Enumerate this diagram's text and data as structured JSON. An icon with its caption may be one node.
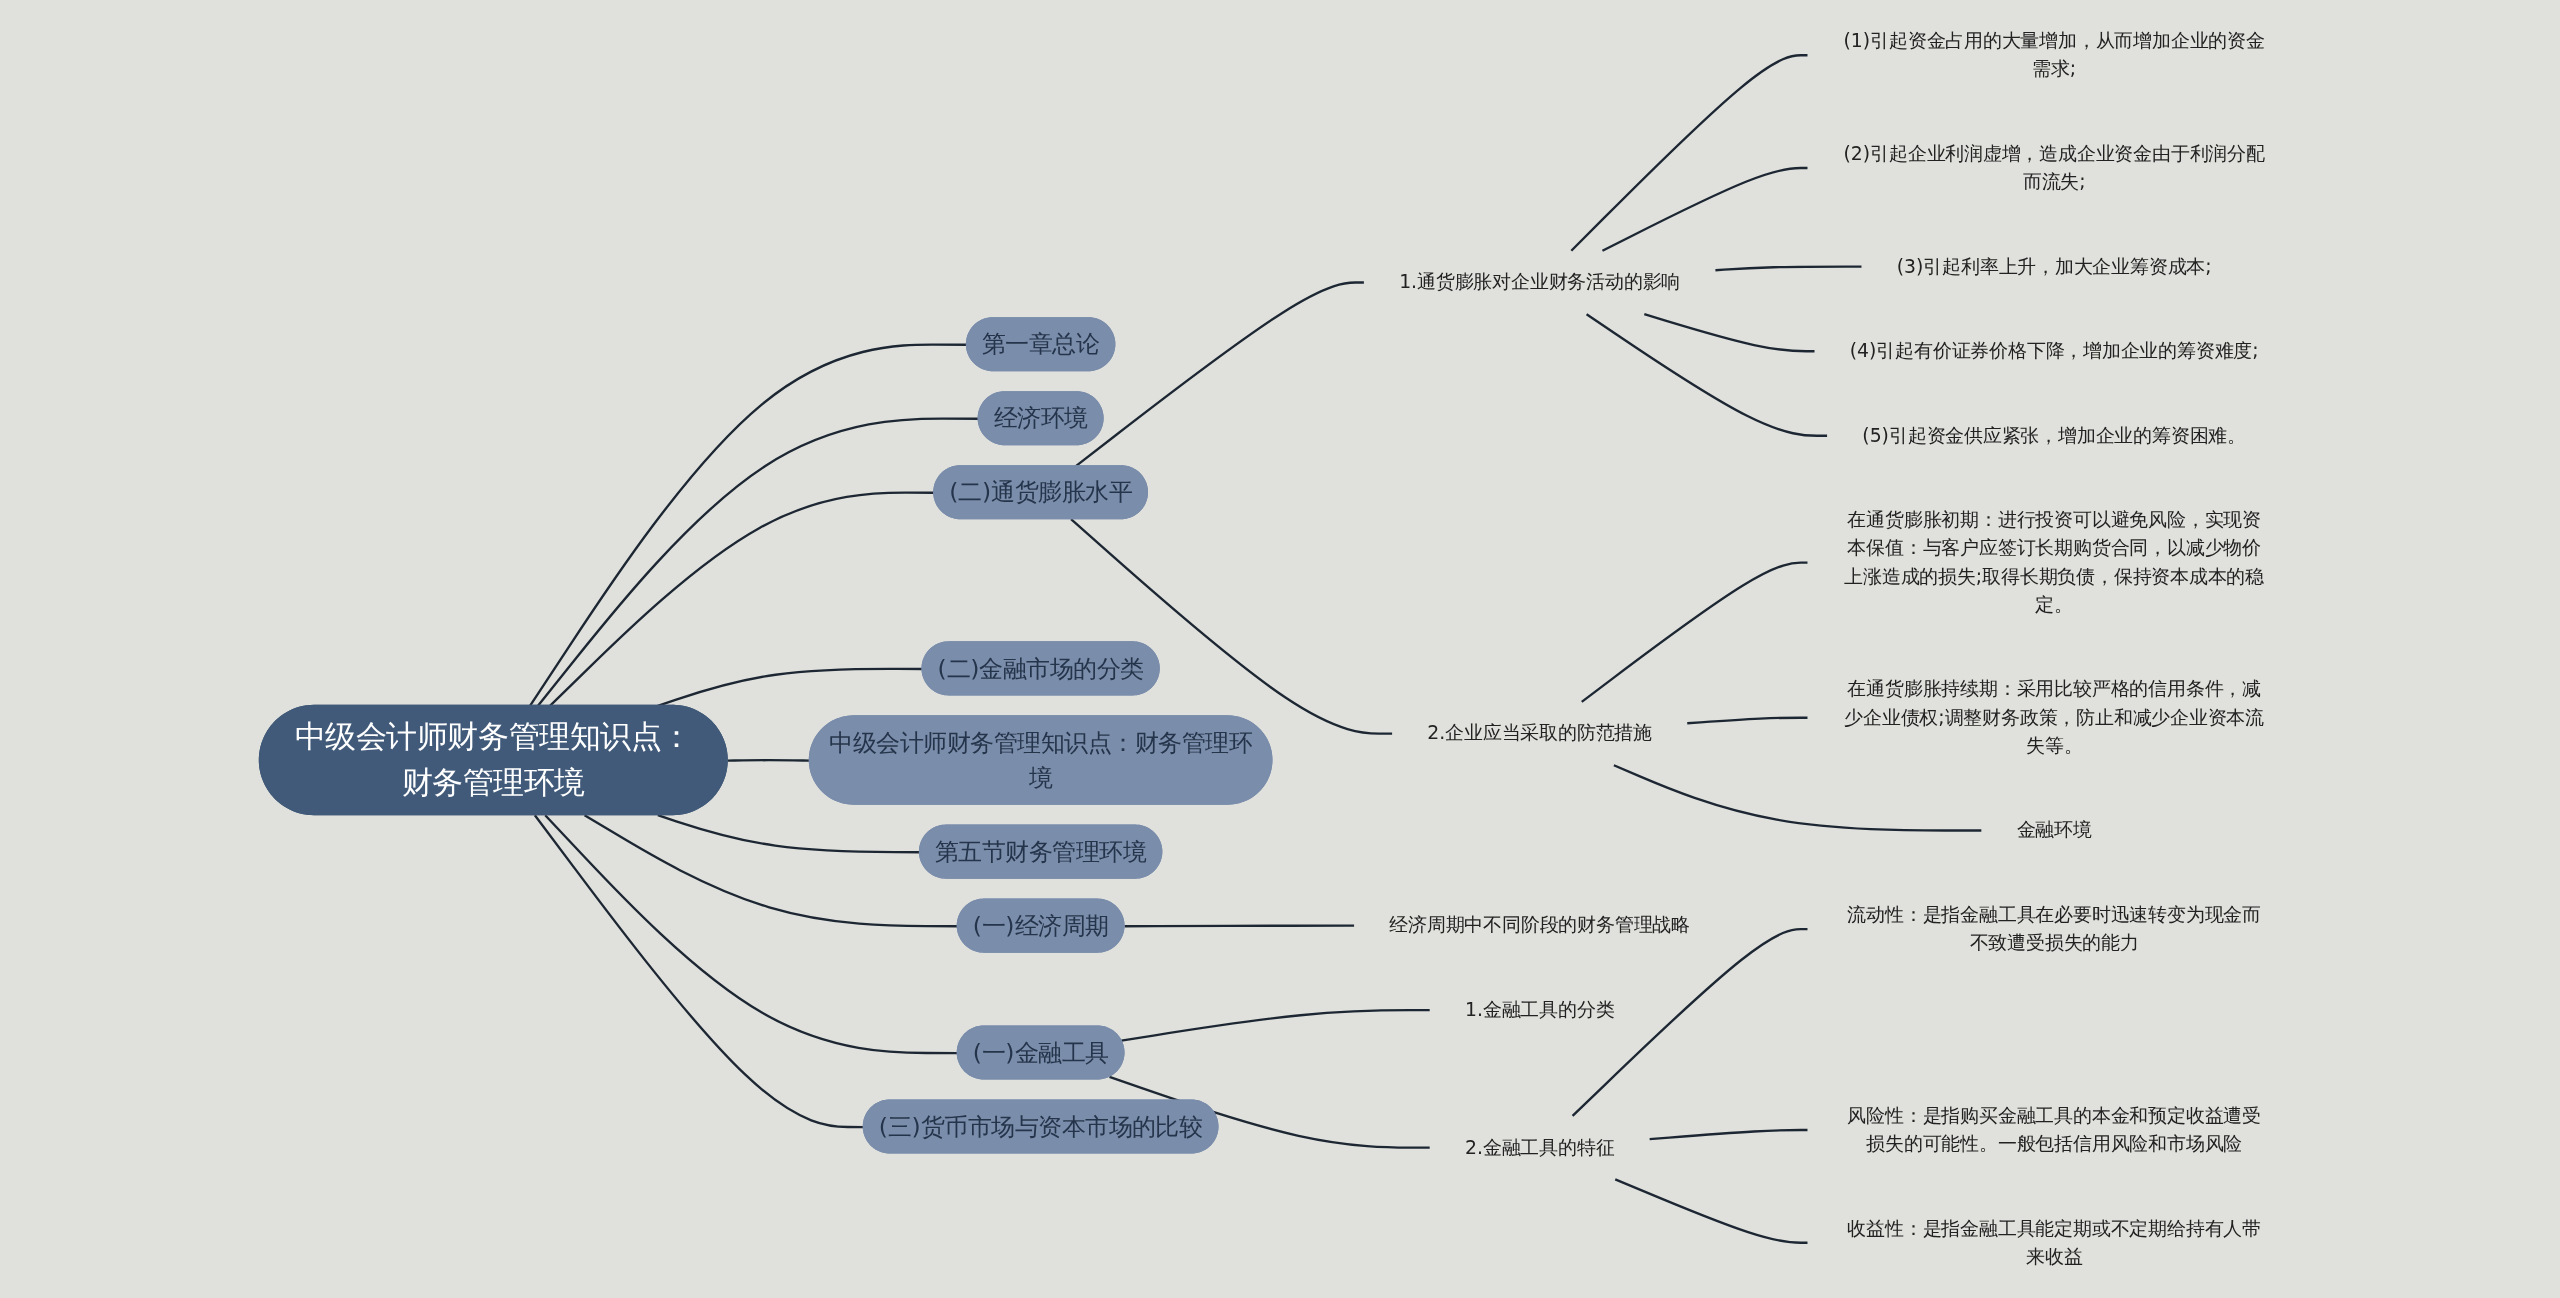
{
  "diagram": {
    "nodes": [
      {
        "text": [
          "中级会计师财务管理知识点：财务管理环境"
        ]
      },
      {
        "text": [
          "第一章总论"
        ]
      },
      {
        "text": [
          "经济环境"
        ]
      },
      {
        "text": [
          "(二)通货膨胀水平"
        ]
      },
      {
        "text": [
          "1.通货膨胀对企业财务活动的影响"
        ]
      },
      {
        "text": [
          "(1)引起资金占用的大量增加，从而增加企业的资金需求;"
        ]
      },
      {
        "text": [
          "(2)引起企业利润虚增，造成企业资金由于利润分配而流失;"
        ]
      },
      {
        "text": [
          "(3)引起利率上升，加大企业筹资成本;"
        ]
      },
      {
        "text": [
          "(4)引起有价证券价格下降，增加企业的筹资难度;"
        ]
      },
      {
        "text": [
          "(5)引起资金供应紧张，增加企业的筹资困难。"
        ]
      },
      {
        "text": [
          "2.企业应当采取的防范措施"
        ]
      },
      {
        "text": [
          "在通货膨胀初期：进行投资可以避免风险，实现资本保值：与客户应签订长期购货合同，以减少物价上涨造成的损失;取得长期负债，保持资本成本的稳定。"
        ]
      },
      {
        "text": [
          "在通货膨胀持续期：采用比较严格的信用条件，减少企业债权;调整财务政策，防止和减少企业资本流失等。"
        ]
      },
      {
        "text": [
          "金融环境"
        ]
      },
      {
        "text": [
          "(二)金融市场的分类"
        ]
      },
      {
        "text": [
          "中级会计师财务管理知识点：财务管理环境"
        ]
      },
      {
        "text": [
          "第五节财务管理环境"
        ]
      },
      {
        "text": [
          "(一)经济周期"
        ]
      },
      {
        "text": [
          "经济周期中不同阶段的财务管理战略"
        ]
      },
      {
        "text": [
          "(一)金融工具"
        ]
      },
      {
        "text": [
          "1.金融工具的分类"
        ]
      },
      {
        "text": [
          "2.金融工具的特征"
        ]
      },
      {
        "text": [
          "流动性：是指金融工具在必要时迅速转变为现金而不致遭受损失的能力"
        ]
      },
      {
        "text": [
          "风险性：是指购买金融工具的本金和预定收益遭受损失的可能性。一般包括信用风险和市场风险"
        ]
      },
      {
        "text": [
          "收益性：是指金融工具能定期或不定期给持有人带来收益"
        ]
      },
      {
        "text": [
          "(三)货币市场与资本市场的比较"
        ]
      }
    ],
    "edges": [
      {
        "from": 0,
        "to": 1,
        "arrow": "none"
      },
      {
        "from": 0,
        "to": 2,
        "arrow": "none"
      },
      {
        "from": 0,
        "to": 3,
        "arrow": "none"
      },
      {
        "from": 3,
        "to": 4,
        "arrow": "none"
      },
      {
        "from": 4,
        "to": 5,
        "arrow": "none"
      },
      {
        "from": 4,
        "to": 6,
        "arrow": "none"
      },
      {
        "from": 4,
        "to": 7,
        "arrow": "none"
      },
      {
        "from": 4,
        "to": 8,
        "arrow": "none"
      },
      {
        "from": 4,
        "to": 9,
        "arrow": "none"
      },
      {
        "from": 3,
        "to": 10,
        "arrow": "none"
      },
      {
        "from": 10,
        "to": 11,
        "arrow": "none"
      },
      {
        "from": 10,
        "to": 12,
        "arrow": "none"
      },
      {
        "from": 10,
        "to": 13,
        "arrow": "none"
      },
      {
        "from": 0,
        "to": 14,
        "arrow": "none"
      },
      {
        "from": 0,
        "to": 15,
        "arrow": "none"
      },
      {
        "from": 0,
        "to": 16,
        "arrow": "none"
      },
      {
        "from": 0,
        "to": 17,
        "arrow": "none"
      },
      {
        "from": 17,
        "to": 18,
        "arrow": "none"
      },
      {
        "from": 0,
        "to": 19,
        "arrow": "none"
      },
      {
        "from": 19,
        "to": 20,
        "arrow": "none"
      },
      {
        "from": 19,
        "to": 21,
        "arrow": "none"
      },
      {
        "from": 21,
        "to": 22,
        "arrow": "none"
      },
      {
        "from": 21,
        "to": 23,
        "arrow": "none"
      },
      {
        "from": 21,
        "to": 24,
        "arrow": "none"
      },
      {
        "from": 0,
        "to": 25,
        "arrow": "none"
      }
    ]
  }
}
